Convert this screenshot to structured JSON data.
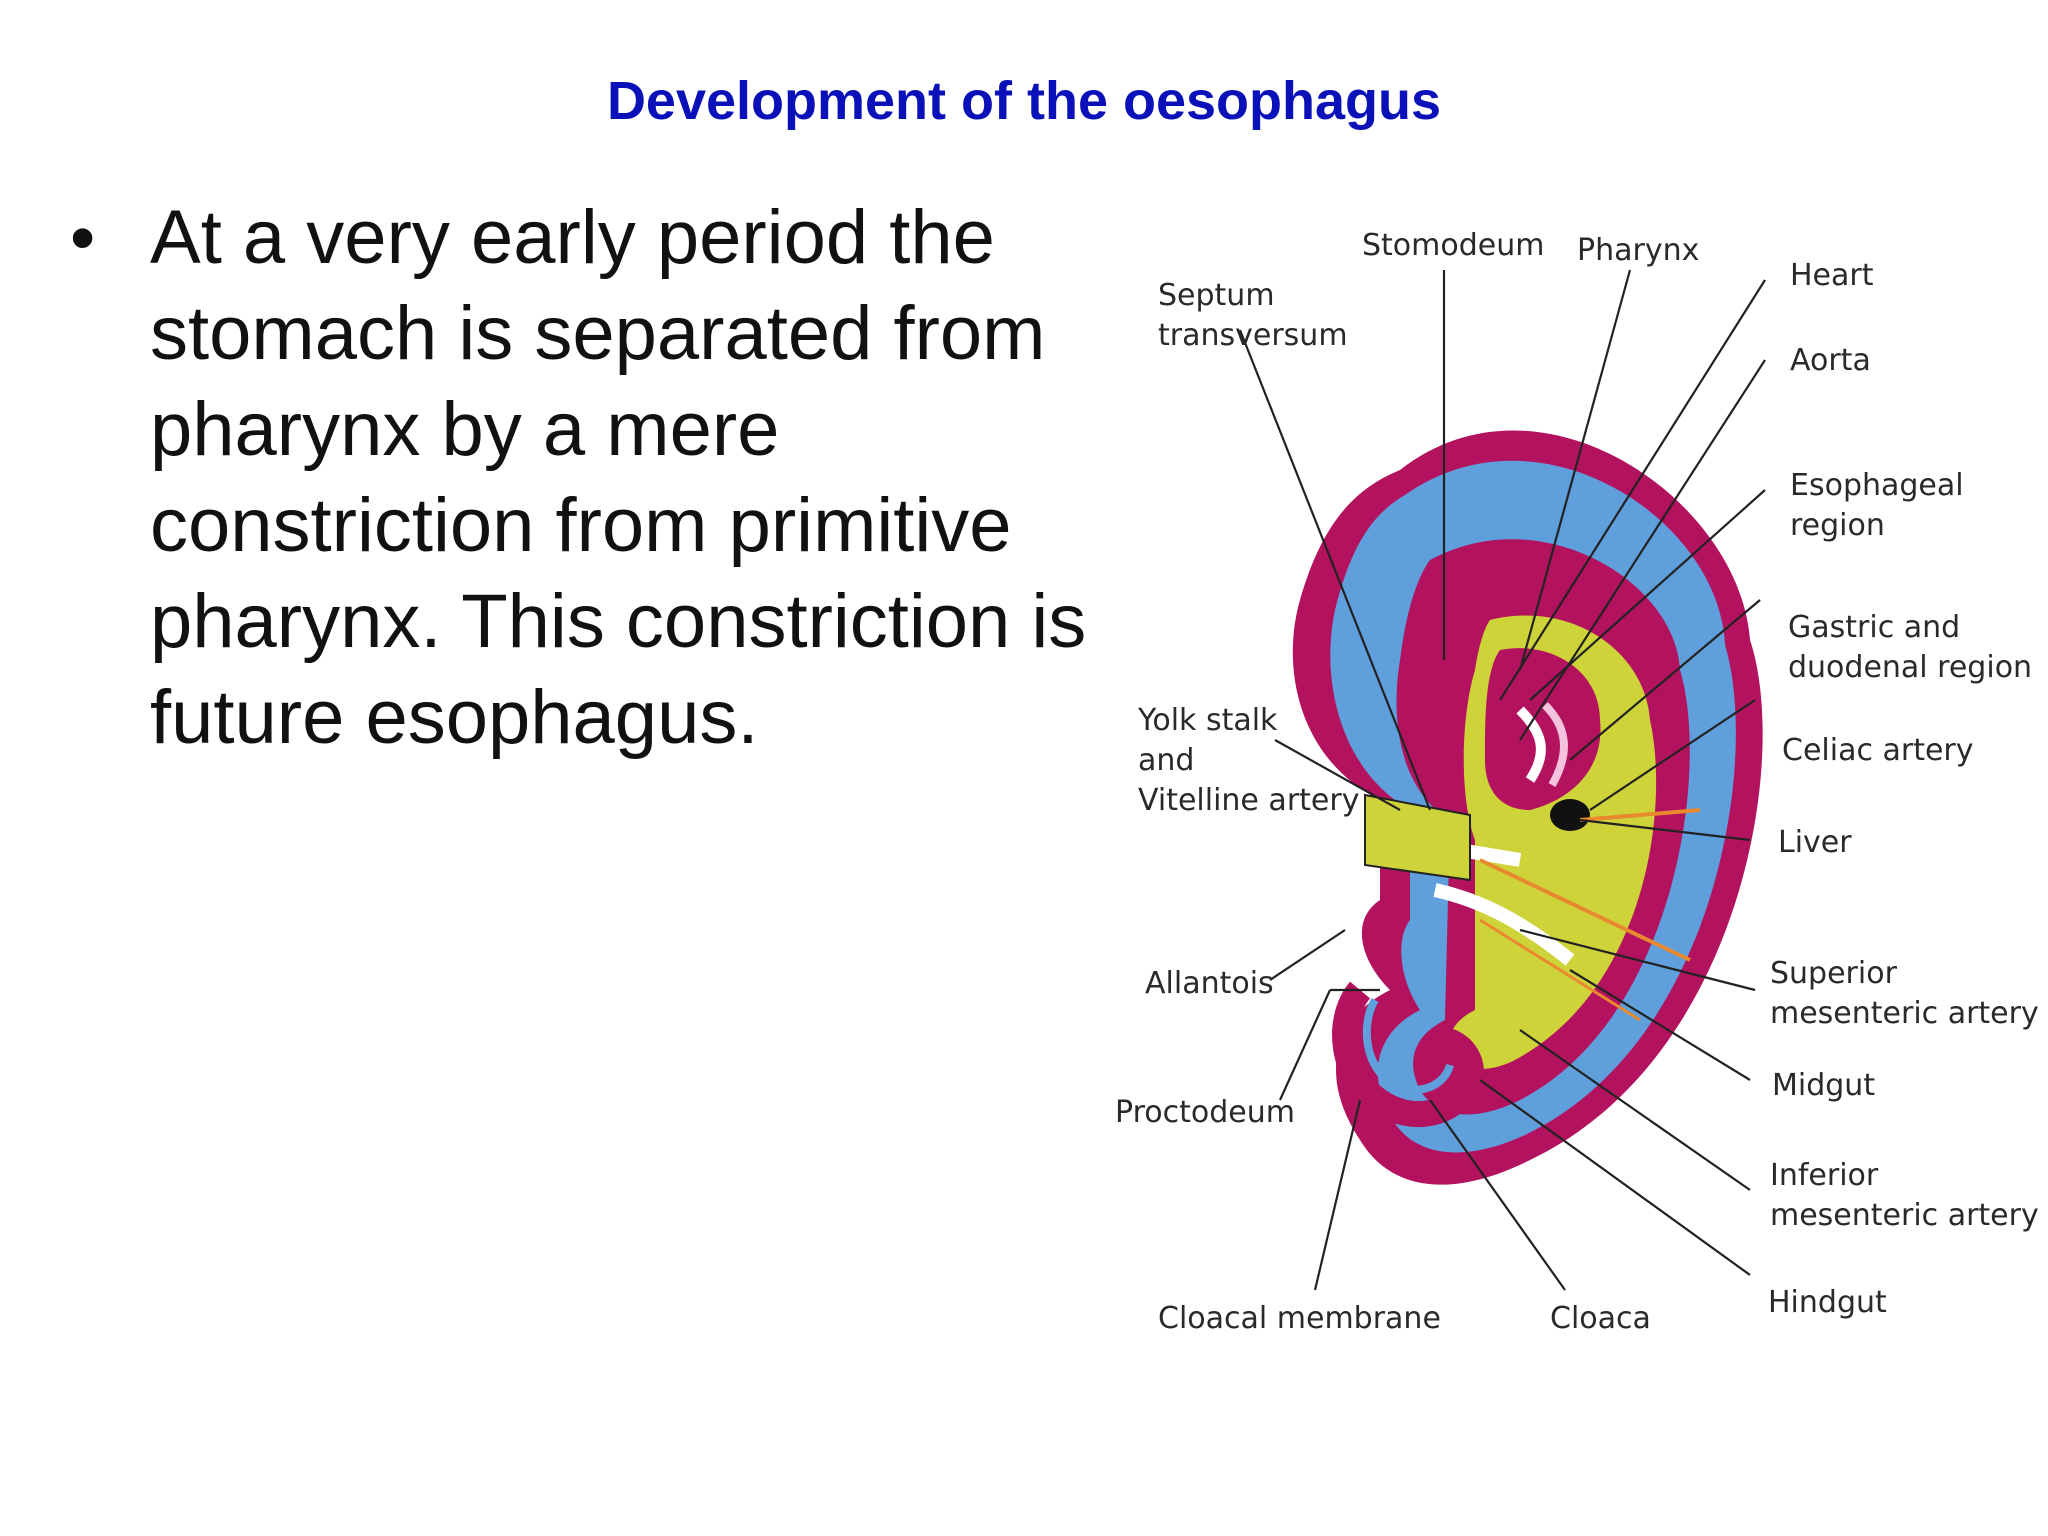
{
  "title": "Development of the oesophagus",
  "bullet": {
    "marker": "•",
    "text": "At a very early period the stomach is separated from pharynx by a mere constriction from primitive pharynx. This constriction is future esophagus."
  },
  "diagram": {
    "labels": {
      "stomodeum": "Stomodeum",
      "pharynx": "Pharynx",
      "heart": "Heart",
      "aorta": "Aorta",
      "septum_1": "Septum",
      "septum_2": "transversum",
      "esophageal_1": "Esophageal",
      "esophageal_2": "region",
      "gastric_1": "Gastric and",
      "gastric_2": "duodenal region",
      "celiac": "Celiac artery",
      "liver": "Liver",
      "yolk_1": "Yolk stalk",
      "yolk_2": "and",
      "yolk_3": "Vitelline artery",
      "allantois": "Allantois",
      "proctodeum": "Proctodeum",
      "sma_1": "Superior",
      "sma_2": "mesenteric artery",
      "midgut": "Midgut",
      "ima_1": "Inferior",
      "ima_2": "mesenteric artery",
      "hindgut": "Hindgut",
      "cloacal_membrane": "Cloacal membrane",
      "cloaca": "Cloaca"
    },
    "colors": {
      "ectoderm_outline": "#a0105a",
      "mesoderm_blue": "#5f9fdc",
      "endoderm_magenta": "#b3125f",
      "gut_yellow": "#cfd33a",
      "artery_orange": "#e8892e",
      "lumen_white": "#ffffff"
    }
  }
}
